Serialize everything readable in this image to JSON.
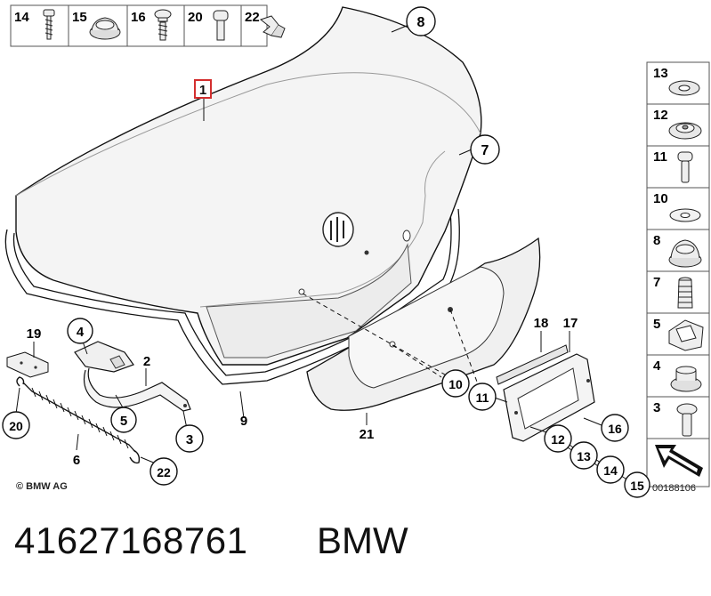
{
  "top_strip": [
    {
      "num": "14",
      "icon": "screw-icon"
    },
    {
      "num": "15",
      "icon": "plug-icon"
    },
    {
      "num": "16",
      "icon": "screw-icon"
    },
    {
      "num": "20",
      "icon": "bolt-icon"
    },
    {
      "num": "22",
      "icon": "clip-icon"
    }
  ],
  "side_strip": [
    {
      "num": "13",
      "icon": "washer-icon"
    },
    {
      "num": "12",
      "icon": "rivet-icon"
    },
    {
      "num": "11",
      "icon": "bolt-icon"
    },
    {
      "num": "10",
      "icon": "washer-icon"
    },
    {
      "num": "8",
      "icon": "plug-icon"
    },
    {
      "num": "7",
      "icon": "spreader-icon"
    },
    {
      "num": "5",
      "icon": "clip-icon"
    },
    {
      "num": "4",
      "icon": "nut-icon"
    },
    {
      "num": "3",
      "icon": "bolt-icon"
    }
  ],
  "callouts": {
    "c1": "1",
    "c2": "2",
    "c3": "3",
    "c4": "4",
    "c5": "5",
    "c6": "6",
    "c7": "7",
    "c8": "8",
    "c9": "9",
    "c10": "10",
    "c11": "11",
    "c12": "12",
    "c13": "13",
    "c14": "14",
    "c15": "15",
    "c16": "16",
    "c17": "17",
    "c18": "18",
    "c19": "19",
    "c20": "20",
    "c21": "21",
    "c22": "22"
  },
  "copyright": "© BMW AG",
  "diagram_id": "00188106",
  "part_number": "41627168761",
  "brand": "BMW",
  "colors": {
    "line": "#111111",
    "panel": "#f2f2f2",
    "highlight": "#d32f2f"
  }
}
